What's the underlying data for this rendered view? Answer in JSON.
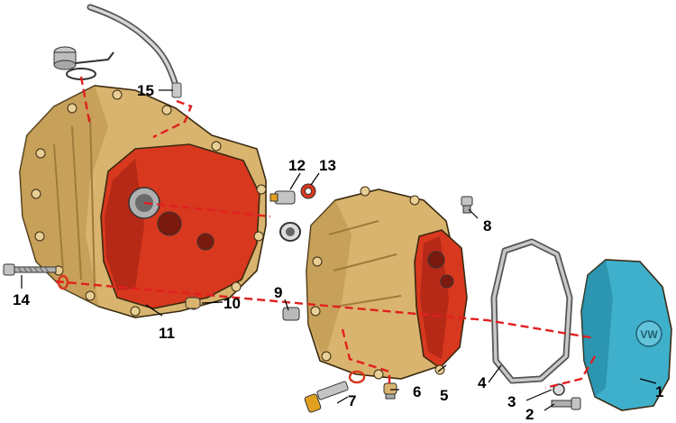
{
  "diagram": {
    "callouts": [
      {
        "id": "1",
        "text": "1"
      },
      {
        "id": "2",
        "text": "2"
      },
      {
        "id": "3",
        "text": "3"
      },
      {
        "id": "4",
        "text": "4"
      },
      {
        "id": "5",
        "text": "5"
      },
      {
        "id": "6",
        "text": "6"
      },
      {
        "id": "7",
        "text": "7"
      },
      {
        "id": "8",
        "text": "8"
      },
      {
        "id": "9",
        "text": "9"
      },
      {
        "id": "10",
        "text": "10"
      },
      {
        "id": "11",
        "text": "11"
      },
      {
        "id": "12",
        "text": "12"
      },
      {
        "id": "13",
        "text": "13"
      },
      {
        "id": "14",
        "text": "14"
      },
      {
        "id": "15",
        "text": "15"
      }
    ],
    "colors": {
      "housing_body": "#d9b46e",
      "housing_shade": "#b8914a",
      "mating_face": "#d8381e",
      "mating_face_dark": "#9e1f10",
      "gasket_gray": "#8c8f93",
      "cover": "#3fb0cc",
      "cover_dark": "#1d7f99",
      "axis_line": "#e02020",
      "metal": "#b9b9b9"
    }
  }
}
